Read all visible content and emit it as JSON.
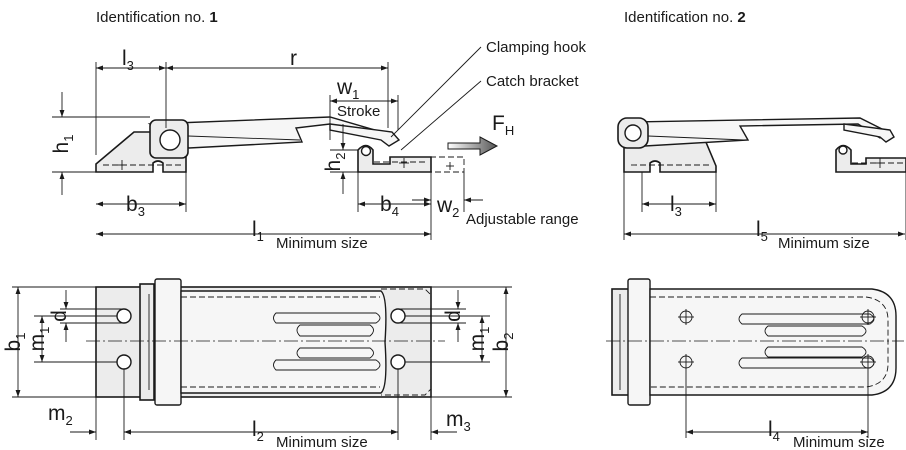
{
  "headings": {
    "id1": "Identification no. 1",
    "id1_prefix": "Identification no. ",
    "id1_num": "1",
    "id2": "Identification no. 2",
    "id2_prefix": "Identification no. ",
    "id2_num": "2"
  },
  "callouts": {
    "clamping_hook": "Clamping hook",
    "catch_bracket": "Catch bracket",
    "stroke": "Stroke",
    "adjustable_range": "Adjustable range",
    "minimum_size": "Minimum size"
  },
  "force": {
    "base": "F",
    "sub": "H"
  },
  "dimensions": {
    "l1": {
      "base": "l",
      "sub": "1"
    },
    "l2": {
      "base": "l",
      "sub": "2"
    },
    "l3": {
      "base": "l",
      "sub": "3"
    },
    "l4": {
      "base": "l",
      "sub": "4"
    },
    "l5": {
      "base": "l",
      "sub": "5"
    },
    "r": {
      "base": "r"
    },
    "w1": {
      "base": "w",
      "sub": "1"
    },
    "w2": {
      "base": "w",
      "sub": "2"
    },
    "h1": {
      "base": "h",
      "sub": "1"
    },
    "h2": {
      "base": "h",
      "sub": "2"
    },
    "b1": {
      "base": "b",
      "sub": "1"
    },
    "b2": {
      "base": "b",
      "sub": "2"
    },
    "b3": {
      "base": "b",
      "sub": "3"
    },
    "b4": {
      "base": "b",
      "sub": "4"
    },
    "m1": {
      "base": "m",
      "sub": "1"
    },
    "m2": {
      "base": "m",
      "sub": "2"
    },
    "m3": {
      "base": "m",
      "sub": "3"
    },
    "d": {
      "base": "d"
    }
  }
}
